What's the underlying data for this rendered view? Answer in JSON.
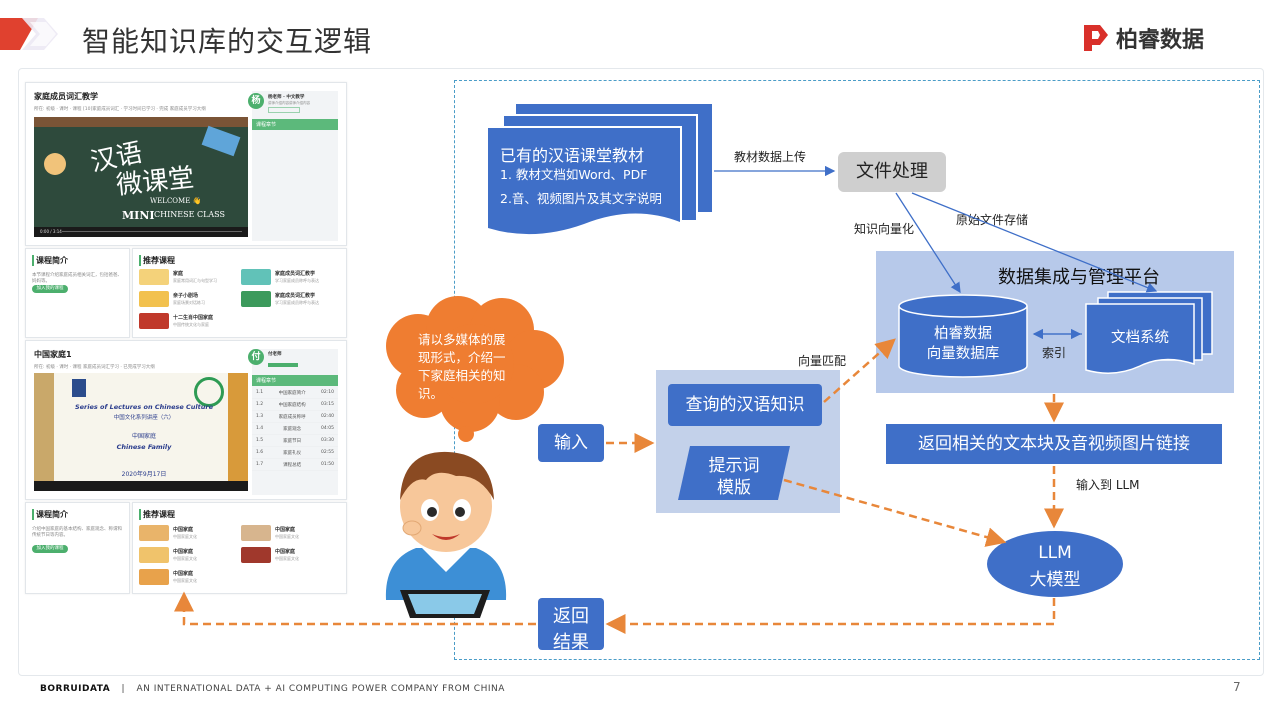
{
  "header": {
    "title": "智能知识库的交互逻辑",
    "brand": "柏睿数据"
  },
  "footer": {
    "company": "BORRUIDATA",
    "separator": "|",
    "tagline": "AN INTERNATIONAL DATA + AI COMPUTING POWER COMPANY FROM CHINA",
    "page": "7"
  },
  "screens": {
    "course1": {
      "title": "家庭成员词汇教学",
      "meta": "所在: 初级 · 课时 · 课程 [10]家庭成员词汇 · 学习时间已学习 · 完成  家庭成员学习大纲",
      "teacher_initial": "杨",
      "teacher_name": "杨老师 · 中文教学",
      "teacher_desc": "讲师介绍内容讲师介绍内容",
      "tab": "课程章节",
      "video_title_1": "汉语",
      "video_title_2": "微课堂",
      "video_welcome": "WELCOME 👋",
      "video_mini": "MINI",
      "video_class": "CHINESE CLASS",
      "time": "0:00 / 3:14"
    },
    "intro1": {
      "title": "课程简介",
      "desc": "本节课程介绍家庭成员相关词汇，包括爸爸、妈妈等。",
      "button": "加入我的课程"
    },
    "recommend1": {
      "title": "推荐课程",
      "items": [
        {
          "name": "家庭",
          "desc": "家庭常用词汇与句型学习"
        },
        {
          "name": "家庭成员词汇教学",
          "desc": "学习家庭成员称呼与表达"
        },
        {
          "name": "亲子小剧场",
          "desc": "家庭场景对话练习"
        },
        {
          "name": "家庭成员词汇教学",
          "desc": "学习家庭成员称呼与表达"
        },
        {
          "name": "十二生肖中国家庭",
          "desc": "中国传统文化与家庭"
        }
      ]
    },
    "course2": {
      "title": "中国家庭1",
      "meta": "所在: 初级 · 课时 · 课程 家庭成员词汇学习 · 已完成学习大纲",
      "teacher_initial": "付",
      "teacher_name": "付老师",
      "video_line1": "Series of Lectures on Chinese Culture",
      "video_line2": "中国文化系列讲座（六）",
      "video_line3": "中国家庭",
      "video_line4": "Chinese Family",
      "video_date": "2020年9月17日",
      "tab": "课程章节",
      "chapters": [
        {
          "no": "1.1",
          "name": "中国家庭简介",
          "time": "02:10"
        },
        {
          "no": "1.2",
          "name": "中国家庭结构",
          "time": "03:15"
        },
        {
          "no": "1.3",
          "name": "家庭成员称呼",
          "time": "02:40"
        },
        {
          "no": "1.4",
          "name": "家庭观念",
          "time": "04:05"
        },
        {
          "no": "1.5",
          "name": "家庭节日",
          "time": "03:30"
        },
        {
          "no": "1.6",
          "name": "家庭礼仪",
          "time": "02:55"
        },
        {
          "no": "1.7",
          "name": "课程总结",
          "time": "01:50"
        }
      ]
    },
    "intro2": {
      "title": "课程简介",
      "desc": "介绍中国家庭的基本结构、家庭观念、称谓和传统节日等内容。",
      "button": "加入我的课程"
    },
    "recommend2": {
      "title": "推荐课程",
      "items": [
        {
          "name": "中国家庭",
          "desc": "中国家庭文化"
        },
        {
          "name": "中国家庭",
          "desc": "中国家庭文化"
        },
        {
          "name": "中国家庭",
          "desc": "中国家庭文化"
        },
        {
          "name": "中国家庭",
          "desc": "中国家庭文化"
        },
        {
          "name": "中国家庭",
          "desc": "中国家庭文化"
        }
      ]
    }
  },
  "diagram": {
    "docs_title": "已有的汉语课堂教材",
    "docs_line1": "1. 教材文档如Word、PDF",
    "docs_line2": "2.音、视频图片及其文字说明",
    "upload_label": "教材数据上传",
    "file_processing": "文件处理",
    "vectorize_label": "知识向量化",
    "store_label": "原始文件存储",
    "platform_title": "数据集成与管理平台",
    "db_line1": "柏睿数据",
    "db_line2": "向量数据库",
    "index_label": "索引",
    "doc_system": "文档系统",
    "vector_match": "向量匹配",
    "query": "查询的汉语知识",
    "prompt_line1": "提示词",
    "prompt_line2": "模版",
    "input": "输入",
    "return_text": "返回相关的文本块及音视频图片链接",
    "input_llm": "输入到 LLM",
    "llm_line1": "LLM",
    "llm_line2": "大模型",
    "result_line1": "返回",
    "result_line2": "结果",
    "bubble_lines": [
      "请以多媒体的展",
      "现形式，介绍一",
      "下家庭相关的知",
      "识。"
    ]
  },
  "colors": {
    "blue": "#3f6fc8",
    "platform": "#b7c9ea",
    "orange_arrow": "#e8873a",
    "cloud": "#ef7d31",
    "brand_red": "#d9302a"
  }
}
